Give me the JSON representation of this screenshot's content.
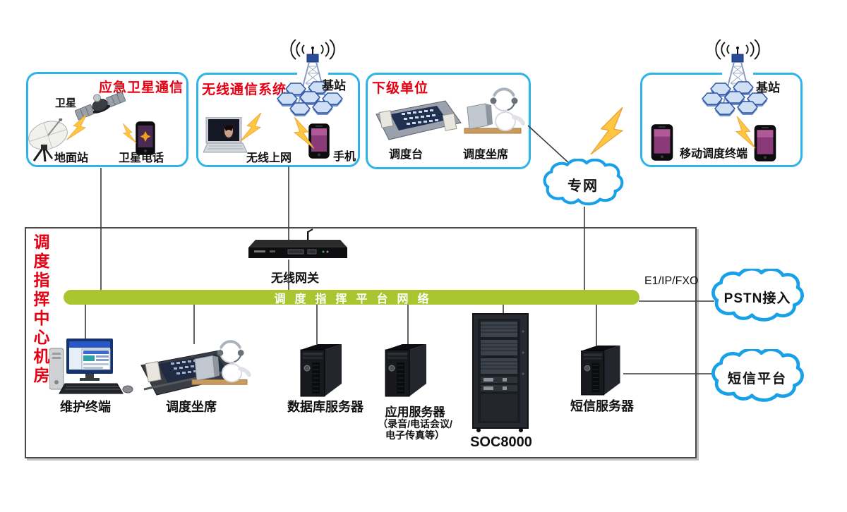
{
  "boxes": {
    "emergency_satellite": {
      "title": "应急卫星通信",
      "satellite": "卫星",
      "ground_station": "地面站",
      "satellite_phone": "卫星电话"
    },
    "wireless_comm": {
      "title": "无线通信系统",
      "base_station": "基站",
      "wireless_internet": "无线上网",
      "mobile_phone": "手机"
    },
    "subordinate_unit": {
      "title": "下级单位",
      "dispatch_console": "调度台",
      "dispatch_seat": "调度坐席"
    },
    "mobile_dispatch": {
      "base_station": "基站",
      "mobile_terminal": "移动调度终端"
    }
  },
  "clouds": {
    "private_network": "专网",
    "pstn": "PSTN接入",
    "sms_platform": "短信平台"
  },
  "center_room": {
    "room_title": "调度指挥中心机房",
    "wireless_gateway": "无线网关",
    "network_bar": "调度指挥平台网络",
    "pstn_link": "E1/IP/FXO",
    "maintenance_terminal": "维护终端",
    "dispatch_seat": "调度坐席",
    "database_server": "数据库服务器",
    "app_server_line1": "应用服务器",
    "app_server_line2": "（录音/电话会议/",
    "app_server_line3": "电子传真等）",
    "soc8000": "SOC8000",
    "sms_server": "短信服务器"
  },
  "colors": {
    "group_box_border": "#2FB4EA",
    "cloud_border": "#18A0E8",
    "title_red": "#E60012",
    "network_bar_green": "#A9C52F",
    "connector": "#3a3a3a",
    "lightning": "#FFC63F"
  }
}
